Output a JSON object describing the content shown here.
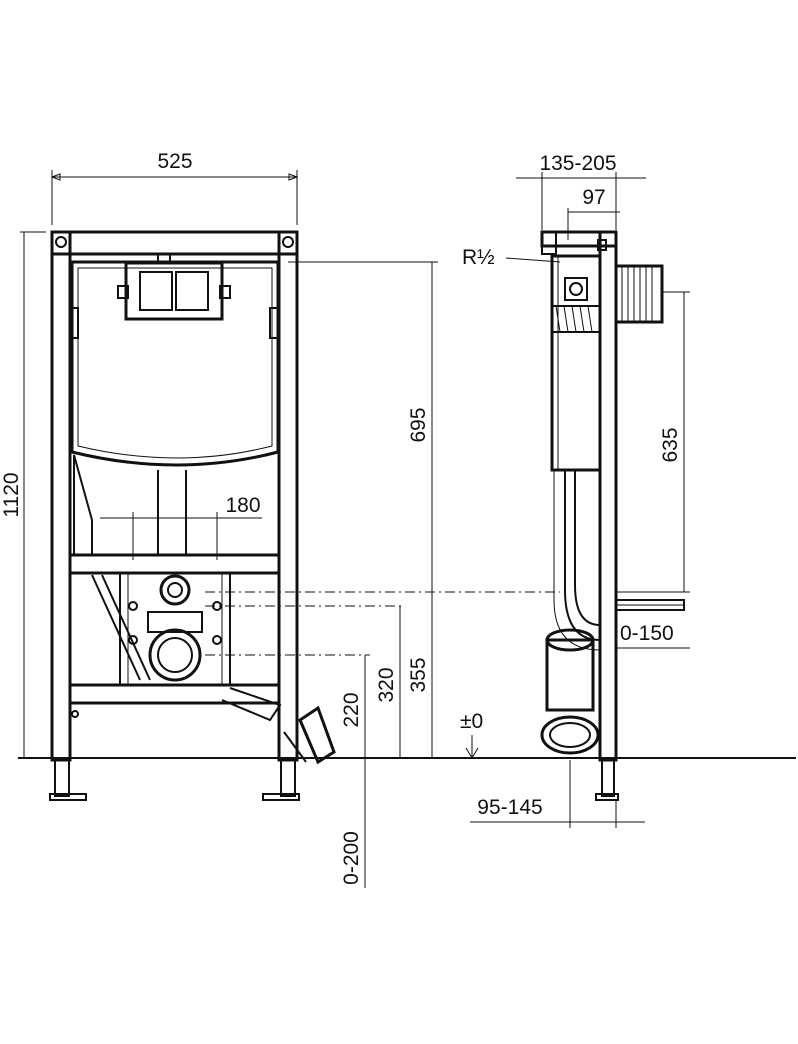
{
  "front_view": {
    "dims": {
      "width": "525",
      "height": "1120",
      "cistern": "695",
      "drain_spacing": "180",
      "h355": "355",
      "h320": "320",
      "h220": "220",
      "floor_range": "0-200"
    }
  },
  "side_view": {
    "dims": {
      "depth": "135-205",
      "depth_inner": "97",
      "thread": "R½",
      "h635": "635",
      "range_0_150": "0-150",
      "zero_level": "±0",
      "offset": "95-145"
    }
  },
  "colors": {
    "line": "#111111",
    "background": "#ffffff"
  }
}
